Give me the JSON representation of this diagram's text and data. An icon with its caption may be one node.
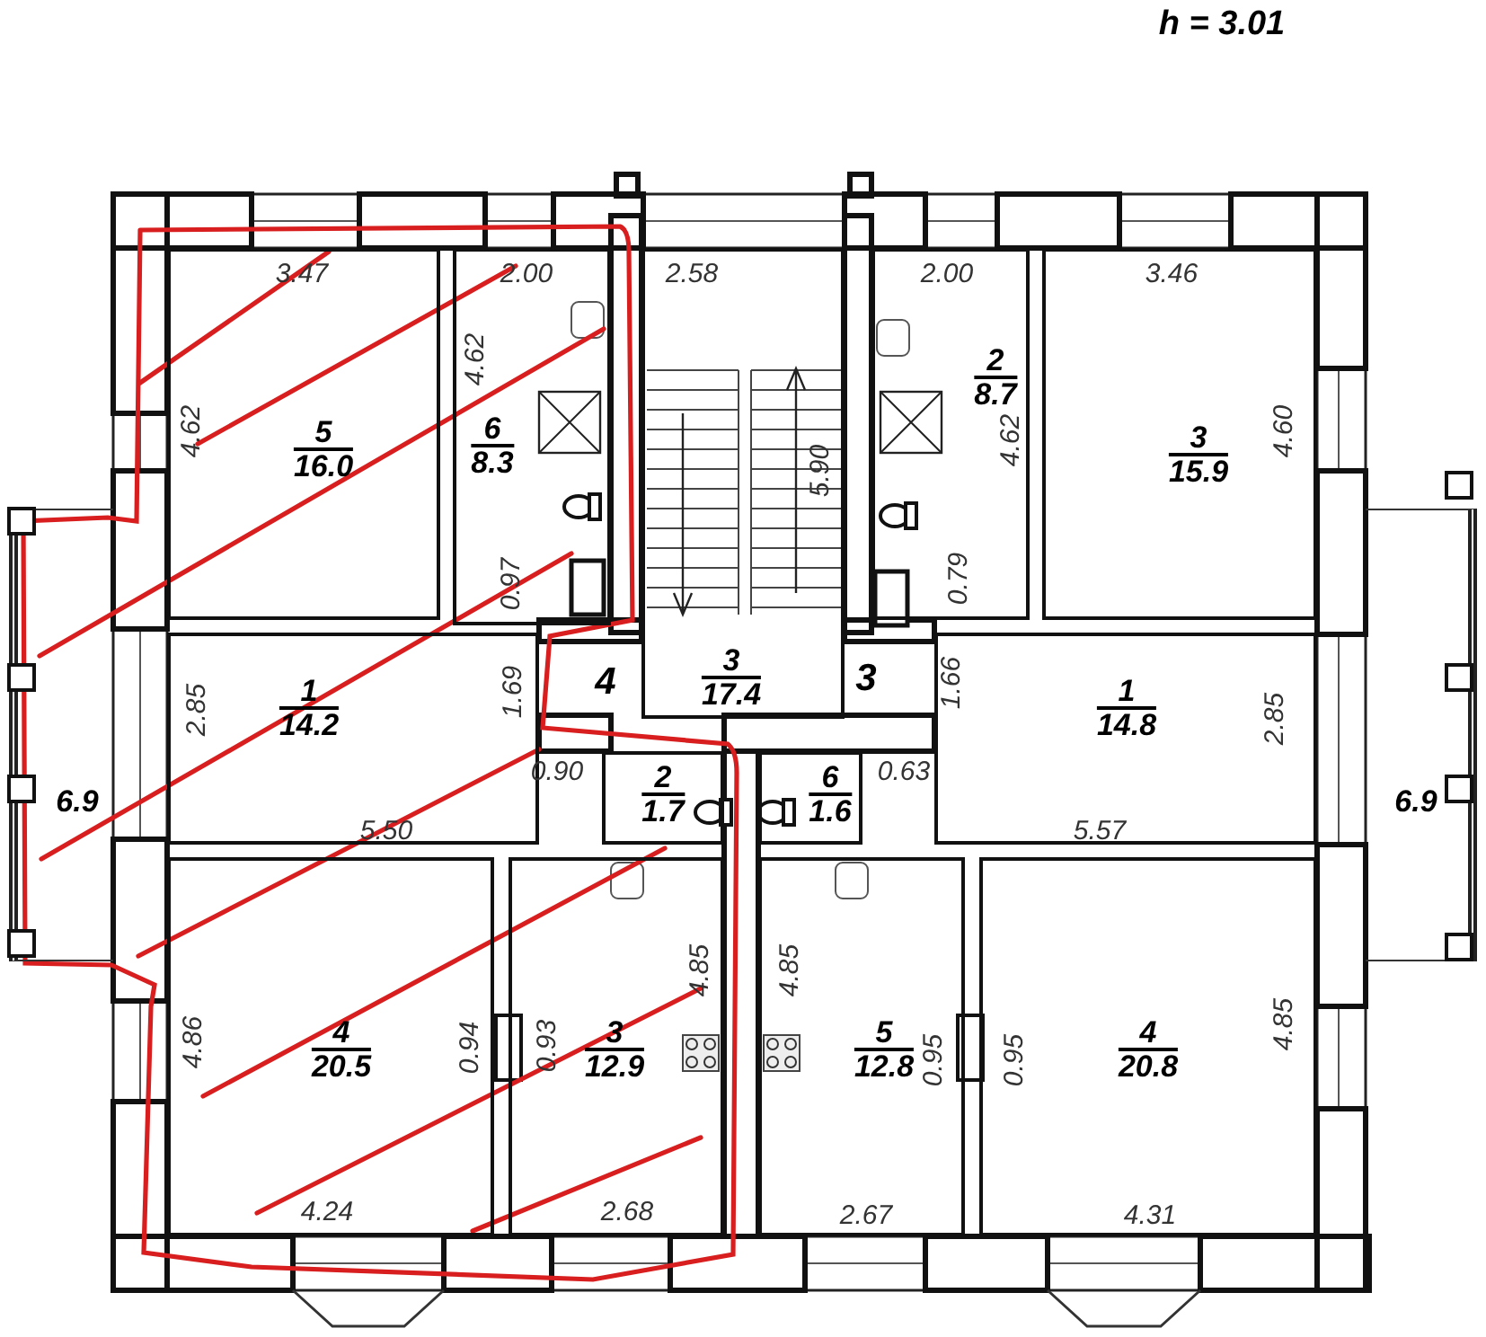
{
  "diagram": {
    "nodes": [
      {
        "text": [
          "5",
          "16.0"
        ]
      },
      {
        "text": [
          "6",
          "8.3"
        ]
      },
      {
        "text": [
          "3",
          "17.4"
        ]
      },
      {
        "text": [
          "2",
          "8.7"
        ]
      },
      {
        "text": [
          "3",
          "15.9"
        ]
      },
      {
        "text": [
          "6.9"
        ]
      },
      {
        "text": [
          "1",
          "14.2"
        ]
      },
      {
        "text": [
          "1",
          "14.8"
        ]
      },
      {
        "text": [
          "6.9"
        ]
      },
      {
        "text": [
          "2",
          "1.7"
        ]
      },
      {
        "text": [
          "6",
          "1.6"
        ]
      },
      {
        "text": [
          "4",
          "20.5"
        ]
      },
      {
        "text": [
          "3",
          "12.9"
        ]
      },
      {
        "text": [
          "5",
          "12.8"
        ]
      },
      {
        "text": [
          "4",
          "20.8"
        ]
      }
    ],
    "labels": [
      "h = 3.01",
      "3.47",
      "2.00",
      "2.58",
      "2.00",
      "3.46",
      "4.62",
      "4.62",
      "5.90",
      "4.62",
      "4.60",
      "0.97",
      "0.79",
      "4",
      "3",
      "1.69",
      "1.66",
      "2.85",
      "2.85",
      "0.90",
      "0.63",
      "5.50",
      "5.57",
      "4.86",
      "0.94",
      "0.93",
      "4.85",
      "4.85",
      "0.95",
      "0.95",
      "4.85",
      "4.24",
      "2.68",
      "2.67",
      "4.31"
    ]
  }
}
